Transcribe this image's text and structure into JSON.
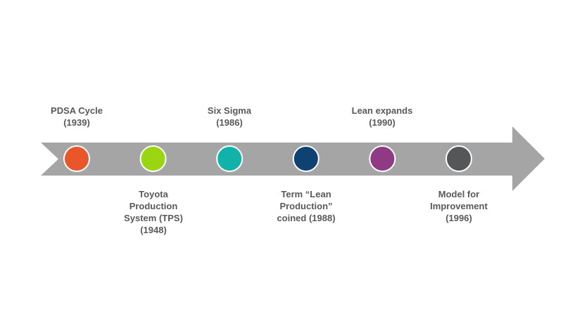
{
  "colors": {
    "arrow": "#a5a5a5",
    "text": "#595959",
    "marker_stroke": "#ffffff"
  },
  "milestones": [
    {
      "label": "PDSA Cycle\n(1939)",
      "placement": "above",
      "color": "#e8562a"
    },
    {
      "label": "Toyota\nProduction\nSystem (TPS)\n(1948)",
      "placement": "below",
      "color": "#99d511"
    },
    {
      "label": "Six Sigma\n(1986)",
      "placement": "above",
      "color": "#11b2a9"
    },
    {
      "label": "Term “Lean\nProduction”\ncoined (1988)",
      "placement": "below",
      "color": "#0d4272"
    },
    {
      "label": "Lean expands\n(1990)",
      "placement": "above",
      "color": "#8e3a85"
    },
    {
      "label": "Model for\nImprovement\n(1996)",
      "placement": "below",
      "color": "#545658"
    }
  ]
}
